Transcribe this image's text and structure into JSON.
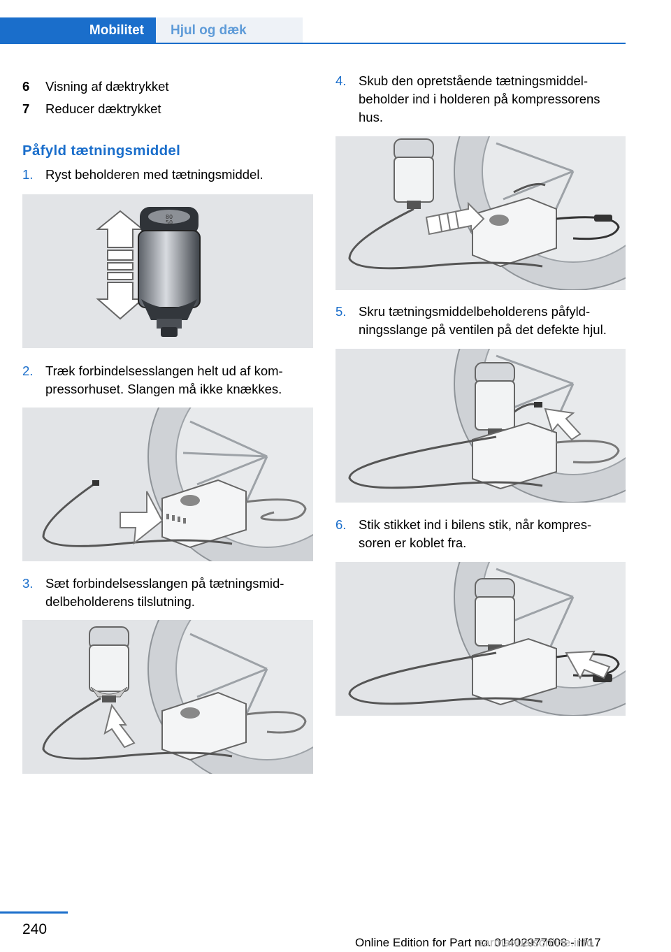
{
  "header": {
    "tab_active": "Mobilitet",
    "tab_inactive": "Hjul og dæk"
  },
  "legend": [
    {
      "num": "6",
      "text": "Visning af dæktrykket"
    },
    {
      "num": "7",
      "text": "Reducer dæktrykket"
    }
  ],
  "section_title": "Påfyld tætningsmiddel",
  "steps": [
    {
      "num": "1.",
      "text": "Ryst beholderen med tætningsmiddel."
    },
    {
      "num": "2.",
      "text": "Træk forbindelsesslangen helt ud af kom-\npressorhuset. Slangen må ikke knækkes."
    },
    {
      "num": "3.",
      "text": "Sæt forbindelsesslangen på tætningsmid-\ndelbeholderens tilslutning."
    },
    {
      "num": "4.",
      "text": "Skub den opretstående tætningsmiddel-\nbeholder ind i holderen på kompressorens\nhus."
    },
    {
      "num": "5.",
      "text": "Skru tætningsmiddelbeholderens påfyld-\nningsslange på ventilen på det defekte hjul."
    },
    {
      "num": "6.",
      "text": "Stik stikket ind i bilens stik, når kompres-\nsoren er koblet fra."
    }
  ],
  "bottle_label": [
    "80",
    "50"
  ],
  "footer": {
    "page_number": "240",
    "edition": "Online Edition for Part no. 01402977608 - II/17",
    "watermark": "carmanualsonline.info"
  },
  "colors": {
    "accent": "#1a6ecb",
    "tab_inactive_bg": "#eef2f7",
    "figure_bg": "#e2e4e7"
  }
}
